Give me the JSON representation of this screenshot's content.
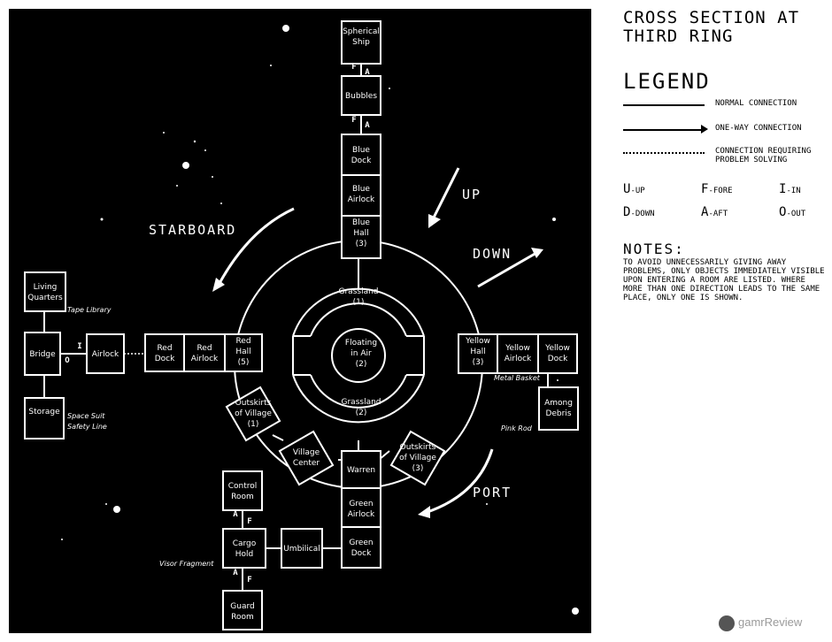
{
  "title": "CROSS SECTION AT\nTHIRD RING",
  "legend": {
    "heading": "LEGEND",
    "normal": "NORMAL CONNECTION",
    "one_way": "ONE-WAY CONNECTION",
    "problem": "CONNECTION REQUIRING PROBLEM SOLVING"
  },
  "abbreviations": [
    {
      "letter": "U",
      "meaning": "-UP"
    },
    {
      "letter": "F",
      "meaning": "-FORE"
    },
    {
      "letter": "I",
      "meaning": "-IN"
    },
    {
      "letter": "D",
      "meaning": "-DOWN"
    },
    {
      "letter": "A",
      "meaning": "-AFT"
    },
    {
      "letter": "O",
      "meaning": "-OUT"
    }
  ],
  "notes": {
    "heading": "NOTES:",
    "text": "TO AVOID UNNECESSARILY GIVING AWAY PROBLEMS, ONLY OBJECTS IMMEDIATELY VISIBLE UPON ENTERING A ROOM ARE LISTED. WHERE MORE THAN ONE DIRECTION LEADS TO THE SAME PLACE, ONLY ONE IS SHOWN."
  },
  "directions": {
    "starboard": "STARBOARD",
    "up": "UP",
    "down": "DOWN",
    "port": "PORT"
  },
  "rooms": {
    "spherical_ship": [
      "Spherical",
      "Ship"
    ],
    "bubbles": [
      "Bubbles"
    ],
    "blue_dock": [
      "Blue",
      "Dock"
    ],
    "blue_airlock": [
      "Blue",
      "Airlock"
    ],
    "blue_hall": [
      "Blue",
      "Hall",
      "(3)"
    ],
    "grassland_1": [
      "Grassland",
      "(1)"
    ],
    "floating": [
      "Floating",
      "in Air",
      "(2)"
    ],
    "grassland_2": [
      "Grassland",
      "(2)"
    ],
    "red_dock": [
      "Red",
      "Dock"
    ],
    "red_airlock": [
      "Red",
      "Airlock"
    ],
    "red_hall": [
      "Red",
      "Hall",
      "(5)"
    ],
    "yellow_hall": [
      "Yellow",
      "Hall",
      "(3)"
    ],
    "yellow_airlock": [
      "Yellow",
      "Airlock"
    ],
    "yellow_dock": [
      "Yellow",
      "Dock"
    ],
    "among_debris": [
      "Among",
      "Debris"
    ],
    "outskirts_1": [
      "Outskirts",
      "of Village",
      "(1)"
    ],
    "village_center": [
      "Village",
      "Center"
    ],
    "outskirts_3": [
      "Outskirts",
      "of Village",
      "(3)"
    ],
    "warren": [
      "Warren"
    ],
    "green_airlock": [
      "Green",
      "Airlock"
    ],
    "green_dock": [
      "Green",
      "Dock"
    ],
    "umbilical": [
      "Umbilical"
    ],
    "control_room": [
      "Control",
      "Room"
    ],
    "cargo_hold": [
      "Cargo",
      "Hold"
    ],
    "guard_room": [
      "Guard",
      "Room"
    ],
    "living_quarters": [
      "Living",
      "Quarters"
    ],
    "bridge": [
      "Bridge"
    ],
    "airlock": [
      "Airlock"
    ],
    "storage": [
      "Storage"
    ]
  },
  "items": {
    "tape_library": "Tape Library",
    "space_suit": "Space Suit",
    "safety_line": "Safety Line",
    "metal_basket": "Metal Basket",
    "pink_rod": "Pink Rod",
    "visor_fragment": "Visor Fragment"
  },
  "connection_letters": {
    "f": "F",
    "a": "A",
    "i": "I",
    "o": "O"
  },
  "watermark": "gamrReview"
}
